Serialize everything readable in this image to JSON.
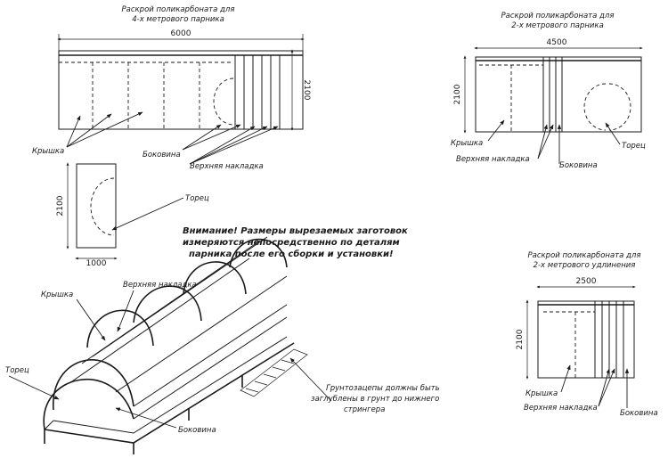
{
  "diagram": {
    "title_4m": [
      "Раскрой поликарбоната для",
      "4-х метрового парника"
    ],
    "title_2m": [
      "Раскрой поликарбоната для",
      "2-х метрового парника"
    ],
    "title_ext": [
      "Раскрой поликарбоната для",
      "2-х метрового удлинения"
    ],
    "dims": {
      "w6000": "6000",
      "h2100": "2100",
      "w4500": "4500",
      "w2500": "2500",
      "w1000": "1000"
    },
    "labels": {
      "cover": "Крышка",
      "side": "Боковина",
      "top_strip": "Верхняя накладка",
      "end": "Торец",
      "side_alt": "Боковина"
    },
    "warning": [
      "Внимание! Размеры вырезаемых заготовок",
      "измеряются непосредственно по деталям",
      "парника после его сборки и установки!"
    ],
    "note": [
      "Грунтозацепы должны быть",
      "заглублены в грунт до нижнего",
      "стрингера"
    ]
  }
}
